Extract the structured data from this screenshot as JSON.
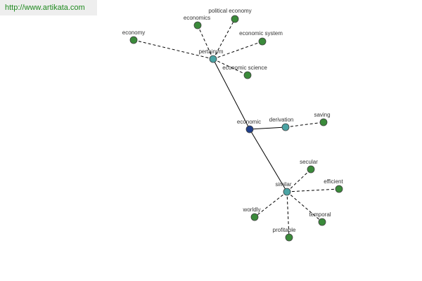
{
  "header": {
    "url_text": "http://www.artikata.com"
  },
  "colors": {
    "root": "#1f3f8a",
    "hub": "#4aa3a3",
    "leaf": "#3a8a3a"
  },
  "graph": {
    "nodes": {
      "economic": {
        "label": "economic",
        "kind": "root"
      },
      "pertainym": {
        "label": "pertainym",
        "kind": "hub"
      },
      "derivation": {
        "label": "derivation",
        "kind": "hub"
      },
      "similar": {
        "label": "similar",
        "kind": "hub"
      },
      "economy": {
        "label": "economy",
        "kind": "leaf"
      },
      "economics": {
        "label": "economics",
        "kind": "leaf"
      },
      "political_economy": {
        "label": "political economy",
        "kind": "leaf"
      },
      "economic_system": {
        "label": "economic system",
        "kind": "leaf"
      },
      "economic_science": {
        "label": "economic science",
        "kind": "leaf"
      },
      "saving": {
        "label": "saving",
        "kind": "leaf"
      },
      "secular": {
        "label": "secular",
        "kind": "leaf"
      },
      "efficient": {
        "label": "efficient",
        "kind": "leaf"
      },
      "temporal": {
        "label": "temporal",
        "kind": "leaf"
      },
      "profitable": {
        "label": "profitable",
        "kind": "leaf"
      },
      "worldly": {
        "label": "worldly",
        "kind": "leaf"
      }
    }
  }
}
